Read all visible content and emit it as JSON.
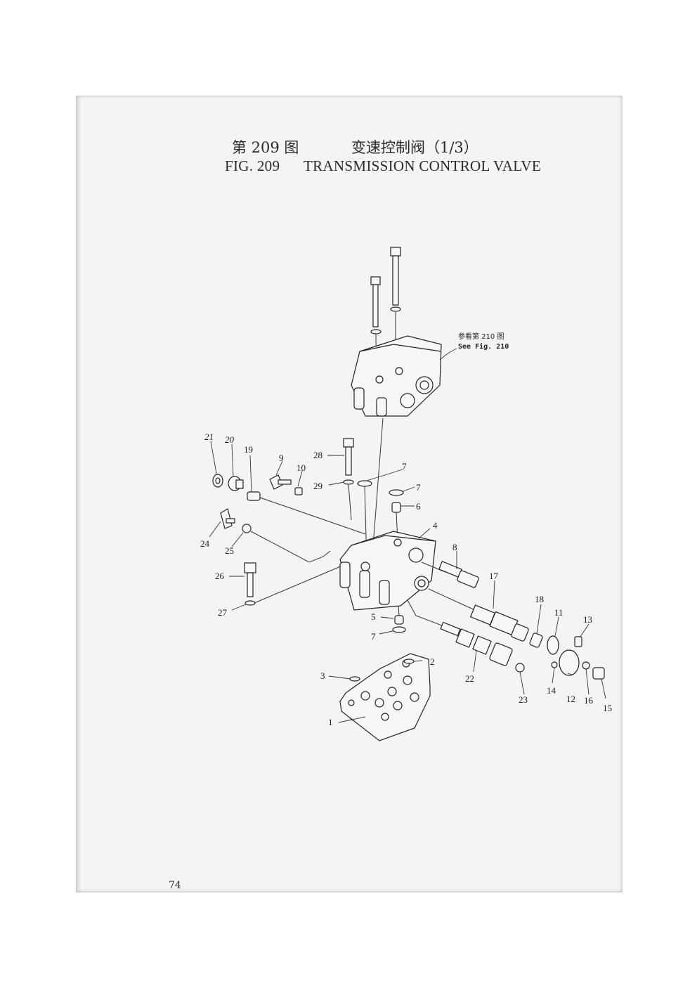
{
  "header": {
    "figure_cn": "第 209 图",
    "title_cn": "变速控制阀（1/3）",
    "figure_en": "FIG. 209",
    "title_en": "TRANSMISSION CONTROL VALVE"
  },
  "reference": {
    "cn": "参看第 210 图",
    "en": "See Fig. 210"
  },
  "part_labels": [
    "1",
    "2",
    "3",
    "4",
    "5",
    "6",
    "7",
    "7",
    "7",
    "8",
    "9",
    "10",
    "11",
    "12",
    "13",
    "14",
    "15",
    "16",
    "17",
    "18",
    "19",
    "20",
    "21",
    "22",
    "23",
    "24",
    "25",
    "26",
    "27",
    "28",
    "29"
  ],
  "page_number": "74"
}
